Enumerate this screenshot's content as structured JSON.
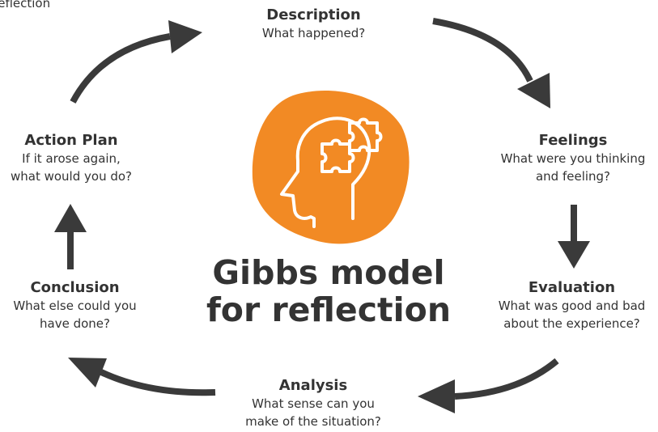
{
  "corner_label": "for reflection",
  "center": {
    "title_line1": "Gibbs model",
    "title_line2": "for reflection"
  },
  "center_icon": "head-with-puzzle-pieces-icon",
  "colors": {
    "accent": "#F28A24",
    "text": "#333333",
    "arrow": "#3A3A3A"
  },
  "stages": {
    "description": {
      "title": "Description",
      "lines": [
        "What happened?"
      ]
    },
    "feelings": {
      "title": "Feelings",
      "lines": [
        "What were you thinking",
        "and feeling?"
      ]
    },
    "evaluation": {
      "title": "Evaluation",
      "lines": [
        "What was good and bad",
        "about the experience?"
      ]
    },
    "analysis": {
      "title": "Analysis",
      "lines": [
        "What sense can you",
        "make of the situation?"
      ]
    },
    "conclusion": {
      "title": "Conclusion",
      "lines": [
        "What else could you",
        "have done?"
      ]
    },
    "action_plan": {
      "title": "Action Plan",
      "lines": [
        "If it arose again,",
        "what would you do?"
      ]
    }
  }
}
